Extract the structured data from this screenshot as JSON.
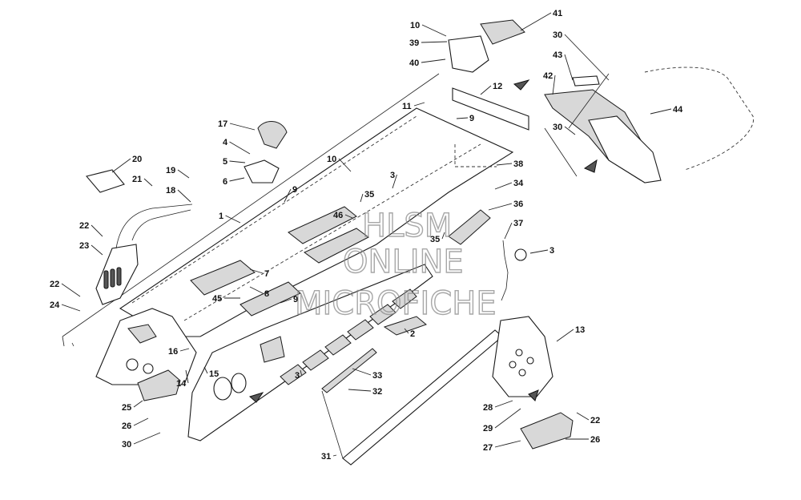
{
  "watermark": {
    "line1": "HLSM",
    "line2": "ONLINE",
    "line3": "MICROFICHE"
  },
  "callouts": [
    {
      "id": "c10a",
      "label": "10"
    },
    {
      "id": "c41",
      "label": "41"
    },
    {
      "id": "c39",
      "label": "39"
    },
    {
      "id": "c40",
      "label": "40"
    },
    {
      "id": "c30a",
      "label": "30"
    },
    {
      "id": "c43",
      "label": "43"
    },
    {
      "id": "c42",
      "label": "42"
    },
    {
      "id": "c12",
      "label": "12"
    },
    {
      "id": "c11",
      "label": "11"
    },
    {
      "id": "c9a",
      "label": "9"
    },
    {
      "id": "c44",
      "label": "44"
    },
    {
      "id": "c30b",
      "label": "30"
    },
    {
      "id": "c17",
      "label": "17"
    },
    {
      "id": "c4",
      "label": "4"
    },
    {
      "id": "c5",
      "label": "5"
    },
    {
      "id": "c6",
      "label": "6"
    },
    {
      "id": "c10b",
      "label": "10"
    },
    {
      "id": "c38",
      "label": "38"
    },
    {
      "id": "c20",
      "label": "20"
    },
    {
      "id": "c19",
      "label": "19"
    },
    {
      "id": "c21",
      "label": "21"
    },
    {
      "id": "c18",
      "label": "18"
    },
    {
      "id": "c3a",
      "label": "3"
    },
    {
      "id": "c34",
      "label": "34"
    },
    {
      "id": "c9b",
      "label": "9"
    },
    {
      "id": "c35a",
      "label": "35"
    },
    {
      "id": "c36",
      "label": "36"
    },
    {
      "id": "c1",
      "label": "1"
    },
    {
      "id": "c46",
      "label": "46"
    },
    {
      "id": "c22a",
      "label": "22"
    },
    {
      "id": "c35b",
      "label": "35"
    },
    {
      "id": "c37",
      "label": "37"
    },
    {
      "id": "c23",
      "label": "23"
    },
    {
      "id": "c3b",
      "label": "3"
    },
    {
      "id": "c7",
      "label": "7"
    },
    {
      "id": "c22b",
      "label": "22"
    },
    {
      "id": "c8",
      "label": "8"
    },
    {
      "id": "c45",
      "label": "45"
    },
    {
      "id": "c9c",
      "label": "9"
    },
    {
      "id": "c24",
      "label": "24"
    },
    {
      "id": "c2",
      "label": "2"
    },
    {
      "id": "c13",
      "label": "13"
    },
    {
      "id": "c16",
      "label": "16"
    },
    {
      "id": "c14",
      "label": "14"
    },
    {
      "id": "c15",
      "label": "15"
    },
    {
      "id": "c3c",
      "label": "3"
    },
    {
      "id": "c33",
      "label": "33"
    },
    {
      "id": "c32",
      "label": "32"
    },
    {
      "id": "c25",
      "label": "25"
    },
    {
      "id": "c28",
      "label": "28"
    },
    {
      "id": "c22c",
      "label": "22"
    },
    {
      "id": "c26a",
      "label": "26"
    },
    {
      "id": "c29",
      "label": "29"
    },
    {
      "id": "c27",
      "label": "27"
    },
    {
      "id": "c26b",
      "label": "26"
    },
    {
      "id": "c30c",
      "label": "30"
    },
    {
      "id": "c31",
      "label": "31"
    }
  ]
}
